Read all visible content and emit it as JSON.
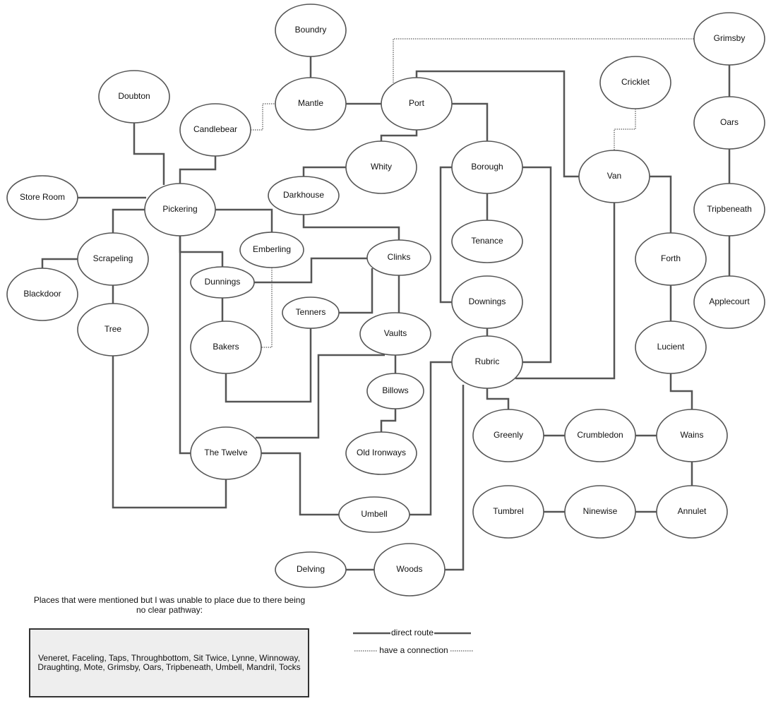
{
  "diagram": {
    "places": [
      "Boundry",
      "Mantle",
      "Port",
      "Grimsby",
      "Cricklet",
      "Oars",
      "Tripbeneath",
      "Applecourt",
      "Doubton",
      "Candlebear",
      "Whity",
      "Borough",
      "Van",
      "Store Room",
      "Pickering",
      "Darkhouse",
      "Scrapeling",
      "Emberling",
      "Clinks",
      "Tenance",
      "Forth",
      "Blackdoor",
      "Dunnings",
      "Tenners",
      "Downings",
      "Tree",
      "Vaults",
      "Bakers",
      "Rubric",
      "Lucient",
      "Billows",
      "Greenly",
      "Crumbledon",
      "Wains",
      "Old Ironways",
      "The Twelve",
      "Umbell",
      "Tumbrel",
      "Ninewise",
      "Annulet",
      "Delving",
      "Woods"
    ],
    "routes": [
      {
        "from": "Boundry",
        "to": "Mantle",
        "type": "direct"
      },
      {
        "from": "Mantle",
        "to": "Port",
        "type": "direct"
      },
      {
        "from": "Candlebear",
        "to": "Mantle",
        "type": "connection"
      },
      {
        "from": "Port",
        "to": "Grimsby",
        "type": "connection"
      },
      {
        "from": "Grimsby",
        "to": "Oars",
        "type": "direct"
      },
      {
        "from": "Oars",
        "to": "Tripbeneath",
        "type": "direct"
      },
      {
        "from": "Tripbeneath",
        "to": "Applecourt",
        "type": "direct"
      },
      {
        "from": "Cricklet",
        "to": "Van",
        "type": "connection"
      },
      {
        "from": "Port",
        "to": "Van",
        "type": "direct"
      },
      {
        "from": "Port",
        "to": "Borough",
        "type": "direct"
      },
      {
        "from": "Port",
        "to": "Whity",
        "type": "direct"
      },
      {
        "from": "Whity",
        "to": "Darkhouse",
        "type": "direct"
      },
      {
        "from": "Darkhouse",
        "to": "Clinks",
        "type": "direct"
      },
      {
        "from": "Doubton",
        "to": "Pickering",
        "type": "direct"
      },
      {
        "from": "Candlebear",
        "to": "Pickering",
        "type": "direct"
      },
      {
        "from": "Store Room",
        "to": "Pickering",
        "type": "direct"
      },
      {
        "from": "Pickering",
        "to": "Scrapeling",
        "type": "direct"
      },
      {
        "from": "Pickering",
        "to": "Emberling",
        "type": "direct"
      },
      {
        "from": "Pickering",
        "to": "Dunnings",
        "type": "direct"
      },
      {
        "from": "Pickering",
        "to": "The Twelve",
        "type": "direct"
      },
      {
        "from": "Scrapeling",
        "to": "Blackdoor",
        "type": "direct"
      },
      {
        "from": "Scrapeling",
        "to": "Tree",
        "type": "direct"
      },
      {
        "from": "Tree",
        "to": "The Twelve",
        "type": "direct"
      },
      {
        "from": "Dunnings",
        "to": "Bakers",
        "type": "direct"
      },
      {
        "from": "Emberling",
        "to": "Bakers",
        "type": "connection"
      },
      {
        "from": "Dunnings",
        "to": "Clinks",
        "type": "direct"
      },
      {
        "from": "Tenners",
        "to": "Clinks",
        "type": "direct"
      },
      {
        "from": "Clinks",
        "to": "Vaults",
        "type": "direct"
      },
      {
        "from": "Tenners",
        "to": "Bakers",
        "type": "direct"
      },
      {
        "from": "Vaults",
        "to": "The Twelve",
        "type": "direct"
      },
      {
        "from": "Vaults",
        "to": "Billows",
        "type": "direct"
      },
      {
        "from": "Billows",
        "to": "Old Ironways",
        "type": "direct"
      },
      {
        "from": "The Twelve",
        "to": "Umbell",
        "type": "direct"
      },
      {
        "from": "Umbell",
        "to": "Rubric",
        "type": "direct"
      },
      {
        "from": "Borough",
        "to": "Tenance",
        "type": "direct"
      },
      {
        "from": "Borough",
        "to": "Downings",
        "type": "direct"
      },
      {
        "from": "Borough",
        "to": "Rubric",
        "type": "direct"
      },
      {
        "from": "Downings",
        "to": "Rubric",
        "type": "direct"
      },
      {
        "from": "Van",
        "to": "Rubric",
        "type": "direct"
      },
      {
        "from": "Rubric",
        "to": "Woods",
        "type": "direct"
      },
      {
        "from": "Rubric",
        "to": "Greenly",
        "type": "direct"
      },
      {
        "from": "Delving",
        "to": "Woods",
        "type": "direct"
      },
      {
        "from": "Greenly",
        "to": "Crumbledon",
        "type": "direct"
      },
      {
        "from": "Crumbledon",
        "to": "Wains",
        "type": "direct"
      },
      {
        "from": "Van",
        "to": "Forth",
        "type": "direct"
      },
      {
        "from": "Forth",
        "to": "Lucient",
        "type": "direct"
      },
      {
        "from": "Lucient",
        "to": "Wains",
        "type": "direct"
      },
      {
        "from": "Wains",
        "to": "Annulet",
        "type": "direct"
      },
      {
        "from": "Tumbrel",
        "to": "Ninewise",
        "type": "direct"
      },
      {
        "from": "Ninewise",
        "to": "Annulet",
        "type": "direct"
      }
    ]
  },
  "unplaced": {
    "heading": "Places that were mentioned but I was unable to place due to there being no clear pathway:",
    "list": "Veneret, Faceling, Taps, Throughbottom, Sit Twice, Lynne, Winnoway, Draughting, Mote, Grimsby, Oars, Tripbeneath, Umbell, Mandril, Tocks"
  },
  "legend": {
    "direct": "direct route",
    "connection": "have a connection"
  },
  "colors": {
    "line": "#555555",
    "box": "#eeeeee"
  }
}
